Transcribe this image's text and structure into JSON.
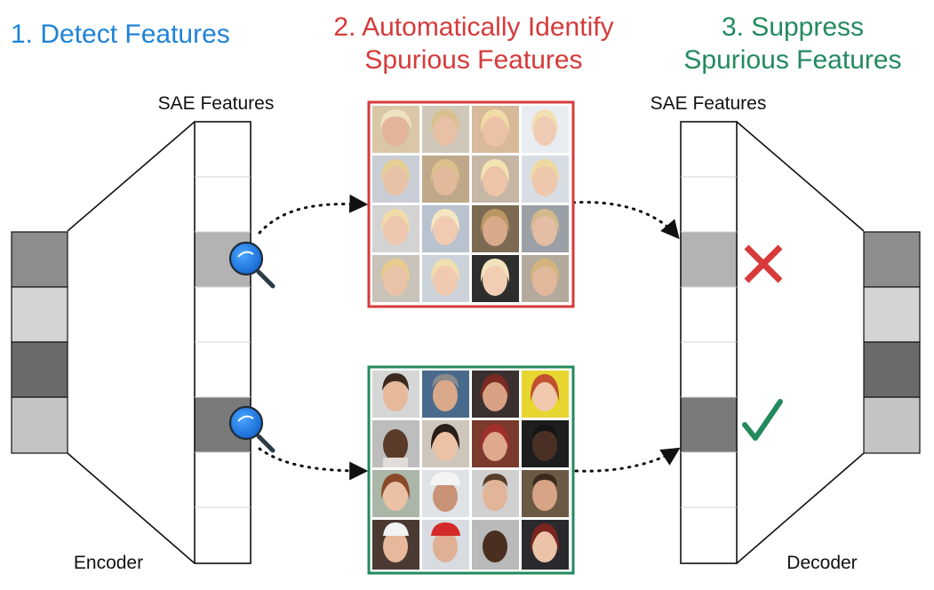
{
  "steps": {
    "step1": "1. Detect Features",
    "step2_line1": "2. Automatically Identify",
    "step2_line2": "Spurious Features",
    "step3_line1": "3. Suppress",
    "step3_line2": "Spurious Features"
  },
  "labels": {
    "sae_left": "SAE Features",
    "sae_right": "SAE Features",
    "encoder": "Encoder",
    "decoder": "Decoder"
  },
  "colors": {
    "step1": "#1f83d6",
    "step2": "#d63a3a",
    "step3": "#238a5e",
    "spurious_frame": "#d63a3a",
    "core_frame": "#238a5e",
    "reject_mark": "#d63a3a",
    "accept_mark": "#238a5e",
    "magnifier": "#1f7fe0"
  },
  "icons": {
    "magnifier": "magnifier-icon",
    "reject": "cross-mark-icon",
    "accept": "check-mark-icon"
  }
}
